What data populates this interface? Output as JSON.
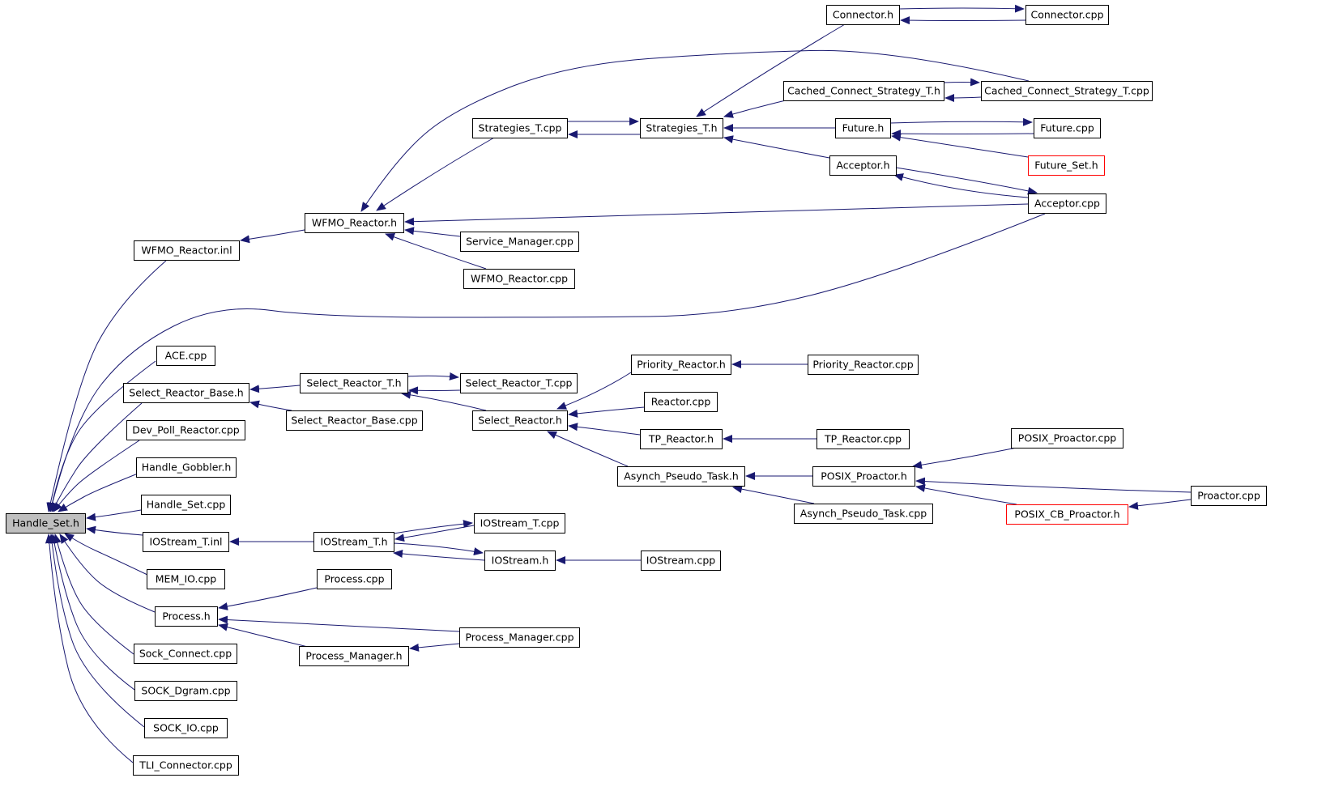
{
  "diagram": {
    "edge_color": "#191970",
    "root_fill": "#bfbfbf",
    "truncated_border_color": "#ff0000",
    "nodes": [
      {
        "id": "handle_set_h",
        "label": "Handle_Set.h",
        "root": true
      },
      {
        "id": "wfmo_reactor_inl",
        "label": "WFMO_Reactor.inl"
      },
      {
        "id": "wfmo_reactor_h",
        "label": "WFMO_Reactor.h"
      },
      {
        "id": "strategies_t_cpp",
        "label": "Strategies_T.cpp"
      },
      {
        "id": "strategies_t_h",
        "label": "Strategies_T.h"
      },
      {
        "id": "connector_h",
        "label": "Connector.h"
      },
      {
        "id": "connector_cpp",
        "label": "Connector.cpp"
      },
      {
        "id": "cached_connect_strategy_t_h",
        "label": "Cached_Connect_Strategy_T.h"
      },
      {
        "id": "cached_connect_strategy_t_cpp",
        "label": "Cached_Connect_Strategy_T.cpp"
      },
      {
        "id": "future_h",
        "label": "Future.h"
      },
      {
        "id": "future_cpp",
        "label": "Future.cpp"
      },
      {
        "id": "future_set_h",
        "label": "Future_Set.h",
        "truncated": true
      },
      {
        "id": "acceptor_h",
        "label": "Acceptor.h"
      },
      {
        "id": "acceptor_cpp",
        "label": "Acceptor.cpp"
      },
      {
        "id": "service_manager_cpp",
        "label": "Service_Manager.cpp"
      },
      {
        "id": "wfmo_reactor_cpp",
        "label": "WFMO_Reactor.cpp"
      },
      {
        "id": "ace_cpp",
        "label": "ACE.cpp"
      },
      {
        "id": "select_reactor_base_h",
        "label": "Select_Reactor_Base.h"
      },
      {
        "id": "select_reactor_t_h",
        "label": "Select_Reactor_T.h"
      },
      {
        "id": "select_reactor_t_cpp",
        "label": "Select_Reactor_T.cpp"
      },
      {
        "id": "select_reactor_base_cpp",
        "label": "Select_Reactor_Base.cpp"
      },
      {
        "id": "select_reactor_h",
        "label": "Select_Reactor.h"
      },
      {
        "id": "priority_reactor_h",
        "label": "Priority_Reactor.h"
      },
      {
        "id": "priority_reactor_cpp",
        "label": "Priority_Reactor.cpp"
      },
      {
        "id": "reactor_cpp",
        "label": "Reactor.cpp"
      },
      {
        "id": "tp_reactor_h",
        "label": "TP_Reactor.h"
      },
      {
        "id": "tp_reactor_cpp",
        "label": "TP_Reactor.cpp"
      },
      {
        "id": "asynch_pseudo_task_h",
        "label": "Asynch_Pseudo_Task.h"
      },
      {
        "id": "posix_proactor_h",
        "label": "POSIX_Proactor.h"
      },
      {
        "id": "posix_proactor_cpp",
        "label": "POSIX_Proactor.cpp"
      },
      {
        "id": "proactor_cpp",
        "label": "Proactor.cpp"
      },
      {
        "id": "posix_cb_proactor_h",
        "label": "POSIX_CB_Proactor.h",
        "truncated": true
      },
      {
        "id": "asynch_pseudo_task_cpp",
        "label": "Asynch_Pseudo_Task.cpp"
      },
      {
        "id": "dev_poll_reactor_cpp",
        "label": "Dev_Poll_Reactor.cpp"
      },
      {
        "id": "handle_gobbler_h",
        "label": "Handle_Gobbler.h"
      },
      {
        "id": "handle_set_cpp",
        "label": "Handle_Set.cpp"
      },
      {
        "id": "iostream_t_inl",
        "label": "IOStream_T.inl"
      },
      {
        "id": "iostream_t_h",
        "label": "IOStream_T.h"
      },
      {
        "id": "iostream_t_cpp",
        "label": "IOStream_T.cpp"
      },
      {
        "id": "iostream_h",
        "label": "IOStream.h"
      },
      {
        "id": "iostream_cpp",
        "label": "IOStream.cpp"
      },
      {
        "id": "mem_io_cpp",
        "label": "MEM_IO.cpp"
      },
      {
        "id": "process_h",
        "label": "Process.h"
      },
      {
        "id": "process_cpp",
        "label": "Process.cpp"
      },
      {
        "id": "process_manager_cpp",
        "label": "Process_Manager.cpp"
      },
      {
        "id": "process_manager_h",
        "label": "Process_Manager.h"
      },
      {
        "id": "sock_connect_cpp",
        "label": "Sock_Connect.cpp"
      },
      {
        "id": "sock_dgram_cpp",
        "label": "SOCK_Dgram.cpp"
      },
      {
        "id": "sock_io_cpp",
        "label": "SOCK_IO.cpp"
      },
      {
        "id": "tli_connector_cpp",
        "label": "TLI_Connector.cpp"
      }
    ],
    "edges": [
      {
        "from": "wfmo_reactor_inl",
        "to": "handle_set_h"
      },
      {
        "from": "acceptor_cpp",
        "to": "handle_set_h"
      },
      {
        "from": "ace_cpp",
        "to": "handle_set_h"
      },
      {
        "from": "select_reactor_base_h",
        "to": "handle_set_h"
      },
      {
        "from": "dev_poll_reactor_cpp",
        "to": "handle_set_h"
      },
      {
        "from": "handle_gobbler_h",
        "to": "handle_set_h"
      },
      {
        "from": "handle_set_cpp",
        "to": "handle_set_h"
      },
      {
        "from": "iostream_t_inl",
        "to": "handle_set_h"
      },
      {
        "from": "mem_io_cpp",
        "to": "handle_set_h"
      },
      {
        "from": "process_h",
        "to": "handle_set_h"
      },
      {
        "from": "sock_connect_cpp",
        "to": "handle_set_h"
      },
      {
        "from": "sock_dgram_cpp",
        "to": "handle_set_h"
      },
      {
        "from": "sock_io_cpp",
        "to": "handle_set_h"
      },
      {
        "from": "tli_connector_cpp",
        "to": "handle_set_h"
      },
      {
        "from": "wfmo_reactor_h",
        "to": "wfmo_reactor_inl"
      },
      {
        "from": "strategies_t_cpp",
        "to": "wfmo_reactor_h"
      },
      {
        "from": "cached_connect_strategy_t_cpp",
        "to": "wfmo_reactor_h"
      },
      {
        "from": "acceptor_cpp",
        "to": "wfmo_reactor_h"
      },
      {
        "from": "service_manager_cpp",
        "to": "wfmo_reactor_h"
      },
      {
        "from": "wfmo_reactor_cpp",
        "to": "wfmo_reactor_h"
      },
      {
        "from": "strategies_t_h",
        "to": "strategies_t_cpp"
      },
      {
        "from": "strategies_t_cpp",
        "to": "strategies_t_h"
      },
      {
        "from": "connector_h",
        "to": "strategies_t_h"
      },
      {
        "from": "cached_connect_strategy_t_h",
        "to": "strategies_t_h"
      },
      {
        "from": "future_h",
        "to": "strategies_t_h"
      },
      {
        "from": "acceptor_h",
        "to": "strategies_t_h"
      },
      {
        "from": "connector_h",
        "to": "connector_cpp"
      },
      {
        "from": "connector_cpp",
        "to": "connector_h"
      },
      {
        "from": "cached_connect_strategy_t_h",
        "to": "cached_connect_strategy_t_cpp"
      },
      {
        "from": "cached_connect_strategy_t_cpp",
        "to": "cached_connect_strategy_t_h"
      },
      {
        "from": "future_h",
        "to": "future_cpp"
      },
      {
        "from": "future_cpp",
        "to": "future_h"
      },
      {
        "from": "future_set_h",
        "to": "future_h"
      },
      {
        "from": "acceptor_h",
        "to": "acceptor_cpp"
      },
      {
        "from": "acceptor_cpp",
        "to": "acceptor_h"
      },
      {
        "from": "select_reactor_t_h",
        "to": "select_reactor_base_h"
      },
      {
        "from": "select_reactor_base_cpp",
        "to": "select_reactor_base_h"
      },
      {
        "from": "select_reactor_t_h",
        "to": "select_reactor_t_cpp"
      },
      {
        "from": "select_reactor_t_cpp",
        "to": "select_reactor_t_h"
      },
      {
        "from": "select_reactor_h",
        "to": "select_reactor_t_h"
      },
      {
        "from": "priority_reactor_h",
        "to": "select_reactor_h"
      },
      {
        "from": "reactor_cpp",
        "to": "select_reactor_h"
      },
      {
        "from": "tp_reactor_h",
        "to": "select_reactor_h"
      },
      {
        "from": "asynch_pseudo_task_h",
        "to": "select_reactor_h"
      },
      {
        "from": "priority_reactor_cpp",
        "to": "priority_reactor_h"
      },
      {
        "from": "tp_reactor_cpp",
        "to": "tp_reactor_h"
      },
      {
        "from": "posix_proactor_h",
        "to": "asynch_pseudo_task_h"
      },
      {
        "from": "asynch_pseudo_task_cpp",
        "to": "asynch_pseudo_task_h"
      },
      {
        "from": "posix_proactor_cpp",
        "to": "posix_proactor_h"
      },
      {
        "from": "proactor_cpp",
        "to": "posix_proactor_h"
      },
      {
        "from": "posix_cb_proactor_h",
        "to": "posix_proactor_h"
      },
      {
        "from": "proactor_cpp",
        "to": "posix_cb_proactor_h"
      },
      {
        "from": "iostream_t_h",
        "to": "iostream_t_inl"
      },
      {
        "from": "iostream_t_cpp",
        "to": "iostream_t_h"
      },
      {
        "from": "iostream_h",
        "to": "iostream_t_h"
      },
      {
        "from": "iostream_t_h",
        "to": "iostream_t_cpp"
      },
      {
        "from": "iostream_t_h",
        "to": "iostream_h"
      },
      {
        "from": "iostream_cpp",
        "to": "iostream_h"
      },
      {
        "from": "process_cpp",
        "to": "process_h"
      },
      {
        "from": "process_manager_cpp",
        "to": "process_h"
      },
      {
        "from": "process_manager_h",
        "to": "process_h"
      },
      {
        "from": "process_manager_cpp",
        "to": "process_manager_h"
      }
    ]
  }
}
